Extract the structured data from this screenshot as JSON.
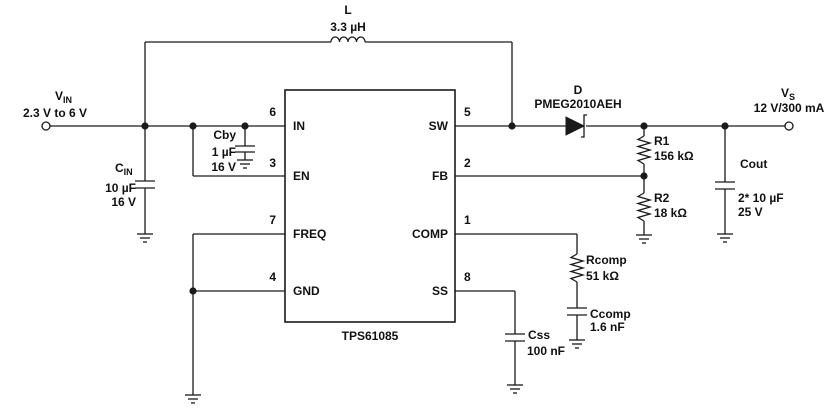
{
  "title": "",
  "ic": {
    "name": "TPS61085"
  },
  "pins": {
    "in": {
      "num": "6",
      "name": "IN"
    },
    "en": {
      "num": "3",
      "name": "EN"
    },
    "freq": {
      "num": "7",
      "name": "FREQ"
    },
    "gnd": {
      "num": "4",
      "name": "GND"
    },
    "sw": {
      "num": "5",
      "name": "SW"
    },
    "fb": {
      "num": "2",
      "name": "FB"
    },
    "comp": {
      "num": "1",
      "name": "COMP"
    },
    "ss": {
      "num": "8",
      "name": "SS"
    }
  },
  "inductor": {
    "ref": "L",
    "value": "3.3 µH"
  },
  "diode": {
    "ref": "D",
    "part": "PMEG2010AEH"
  },
  "vin": {
    "label": "V",
    "sub": "IN",
    "range": "2.3 V to 6 V"
  },
  "vs": {
    "label": "V",
    "sub": "S",
    "rating": "12 V/300 mA"
  },
  "cby": {
    "ref": "Cby",
    "value": "1 µF",
    "voltage": "16 V"
  },
  "cin": {
    "ref": "C",
    "sub": "IN",
    "value": "10 µF",
    "voltage": "16 V"
  },
  "r1": {
    "ref": "R1",
    "value": "156 kΩ"
  },
  "r2": {
    "ref": "R2",
    "value": "18 kΩ"
  },
  "cout": {
    "ref": "Cout",
    "value": "2* 10 µF",
    "voltage": "25 V"
  },
  "rcomp": {
    "ref": "Rcomp",
    "value": "51 kΩ"
  },
  "ccomp": {
    "ref": "Ccomp",
    "value": "1.6 nF"
  },
  "css": {
    "ref": "Css",
    "value": "100 nF"
  }
}
